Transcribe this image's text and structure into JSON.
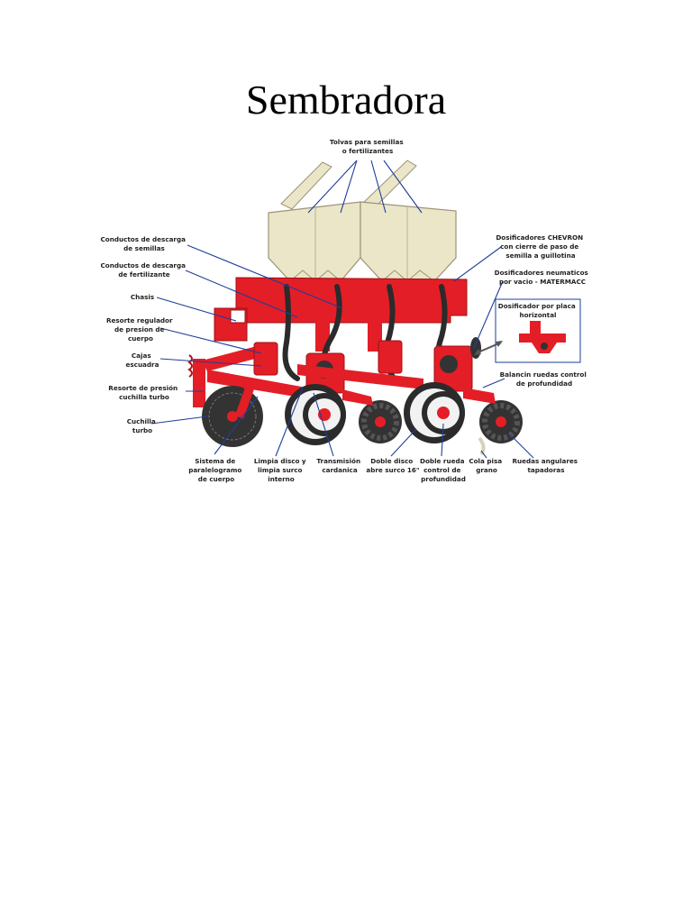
{
  "page": {
    "title": "Sembradora"
  },
  "diagram": {
    "colors": {
      "frame_red": "#e41e26",
      "dark_red": "#b3121a",
      "hopper_cream": "#ece6c8",
      "hose_dark": "#2b2b2b",
      "leader_blue": "#1f3e9a",
      "wheel_dark": "#333333"
    },
    "labels": {
      "tolvas": [
        "Tolvas para semillas",
        "o fertilizantes"
      ],
      "cond_semillas": [
        "Conductos de descarga",
        "de semillas"
      ],
      "cond_fert": [
        "Conductos de descarga",
        "de fertilizante"
      ],
      "chasis": [
        "Chasis"
      ],
      "resorte_reg": [
        "Resorte regulador",
        "de presion de",
        "cuerpo"
      ],
      "cajas": [
        "Cajas",
        "escuadra"
      ],
      "resorte_pres": [
        "Resorte de presión",
        "cuchilla turbo"
      ],
      "cuchilla": [
        "Cuchilla",
        "turbo"
      ],
      "sistema": [
        "Sistema de",
        "paralelogramo",
        "de cuerpo"
      ],
      "limpia": [
        "Limpia disco y",
        "limpia surco",
        "interno"
      ],
      "transmision": [
        "Transmisión",
        "cardanica"
      ],
      "doble_disco": [
        "Doble disco",
        "abre surco 16\""
      ],
      "doble_rueda": [
        "Doble rueda",
        "control de",
        "profundidad"
      ],
      "cola": [
        "Cola pisa",
        "grano"
      ],
      "ruedas_ang": [
        "Ruedas angulares",
        "tapadoras"
      ],
      "dosif_chevron": [
        "Dosificadores CHEVRON",
        "con cierre de paso de",
        "semilla a guillotina"
      ],
      "dosif_neum": [
        "Dosificadores neumaticos",
        "por vacio - MATERMACC"
      ],
      "dosif_placa": [
        "Dosificador por placa",
        "horizontal"
      ],
      "balancin": [
        "Balancin ruedas control",
        "de profundidad"
      ]
    }
  }
}
